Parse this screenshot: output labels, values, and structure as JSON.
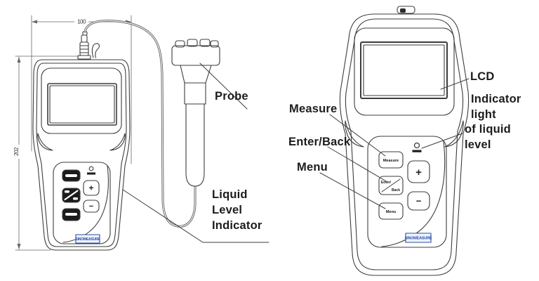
{
  "left_figure": {
    "dim_width_label": "100",
    "dim_height_label": "202",
    "probe_label": "Probe",
    "indicator_label_lines": [
      "Liquid",
      "Level",
      "Indicator"
    ],
    "logo_text": "SINOMEASURE",
    "plus_label": "+",
    "minus_label": "−"
  },
  "right_figure": {
    "measure_label": "Measure",
    "enter_back_label": "Enter/Back",
    "menu_label": "Menu",
    "lcd_label": "LCD",
    "indicator_light_label_lines": [
      "Indicator",
      "light",
      "of liquid",
      "level"
    ],
    "buttons": {
      "measure": "Measure",
      "enter": "Enter/",
      "back": "Back",
      "menu": "Menu",
      "plus": "+",
      "minus": "−"
    },
    "logo_text": "SINOMEASURE"
  },
  "colors": {
    "line": "#3d3d3d",
    "label_text": "#1c1c1c",
    "logo_blue": "#2a4fa8"
  }
}
